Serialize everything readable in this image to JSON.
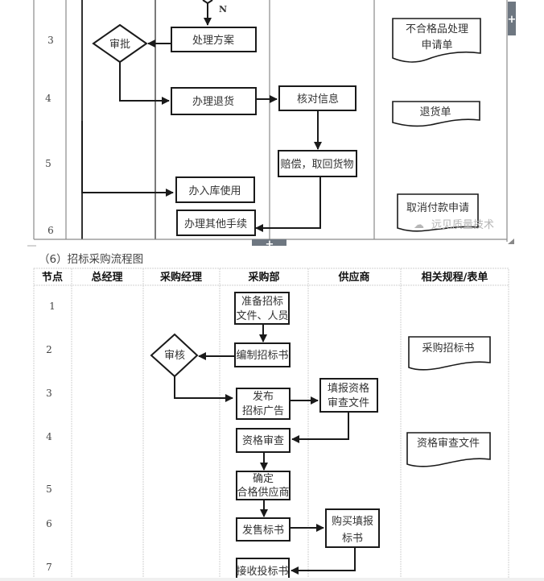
{
  "top_flowchart": {
    "node_numbers": [
      "3",
      "4",
      "5",
      "6"
    ],
    "decision_label": "N",
    "decision": "审批",
    "boxes": {
      "process_plan": "处理方案",
      "handle_return": "办理退货",
      "verify_info": "核对信息",
      "compensate": "赔偿，取回货物",
      "warehouse_use": "办入库使用",
      "other_procedures": "办理其他手续"
    },
    "documents": {
      "nonconforming_line1": "不合格品处理",
      "nonconforming_line2": "申请单",
      "return_slip": "退货单",
      "cancel_payment": "取消付款申请"
    },
    "watermark": "远见质量技术"
  },
  "bottom_flowchart": {
    "title": "（6）招标采购流程图",
    "headers": [
      "节点",
      "总经理",
      "采购经理",
      "采购部",
      "供应商",
      "相关规程/表单"
    ],
    "node_numbers": [
      "1",
      "2",
      "3",
      "4",
      "5",
      "6",
      "7"
    ],
    "decision": "审核",
    "boxes": {
      "prepare_line1": "准备招标",
      "prepare_line2": "文件、人员",
      "compile": "编制招标书",
      "publish_line1": "发布",
      "publish_line2": "招标广告",
      "fill_line1": "填报资格",
      "fill_line2": "审查文件",
      "qualification_review": "资格审查",
      "determine_line1": "确定",
      "determine_line2": "合格供应商",
      "sell_tender": "发售标书",
      "buy_line1": "购买填报",
      "buy_line2": "标书",
      "receive_bids": "接收投标书"
    },
    "documents": {
      "tender_doc": "采购招标书",
      "qualification_doc": "资格审查文件"
    }
  },
  "ui": {
    "expand_handle": "+"
  }
}
